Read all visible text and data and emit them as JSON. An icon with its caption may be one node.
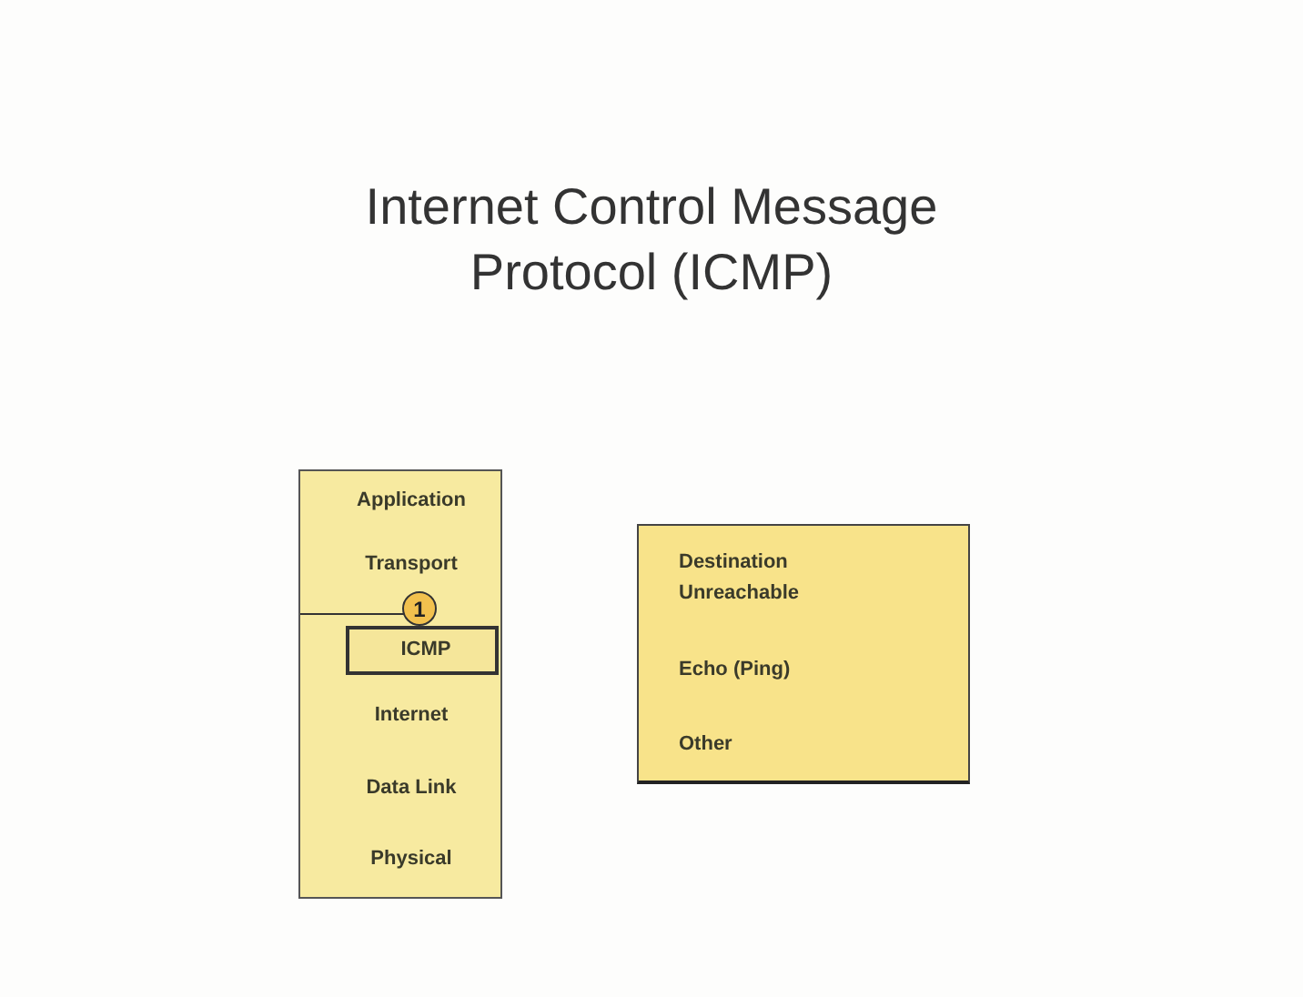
{
  "diagram": {
    "title": "Internet Control Message Protocol (ICMP)",
    "nodes": [
      {
        "text": [
          "Application",
          "Transport",
          "Internet",
          "Data Link",
          "Physical"
        ]
      },
      {
        "text": [
          "ICMP"
        ],
        "in": 0
      },
      {
        "text": [
          "1"
        ],
        "in": 0
      },
      {
        "text": [
          "Destination Unreachable",
          "Echo (Ping)",
          "Other"
        ]
      }
    ],
    "edges": []
  }
}
